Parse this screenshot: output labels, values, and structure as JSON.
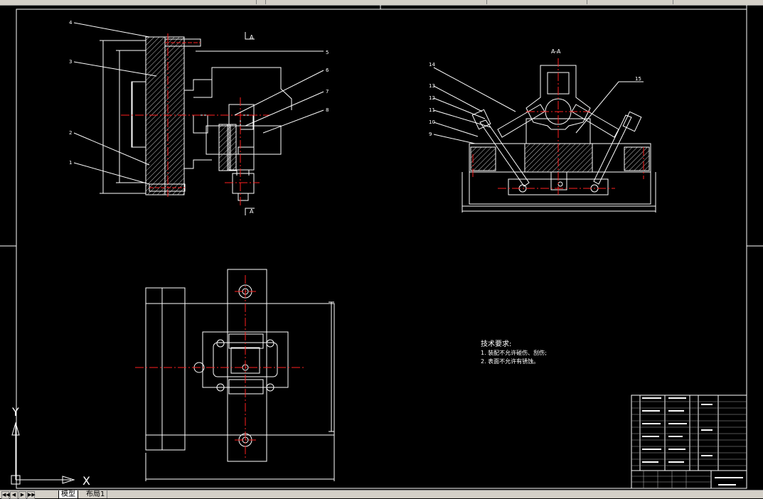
{
  "ucs": {
    "x_label": "X",
    "y_label": "Y"
  },
  "section": {
    "cut_label": "A",
    "view_title": "A-A"
  },
  "balloons": [
    "4",
    "3",
    "2",
    "1",
    "5",
    "6",
    "7",
    "8",
    "14",
    "13",
    "12",
    "11",
    "10",
    "9",
    "15"
  ],
  "tech_requirements": {
    "title": "技术要求:",
    "items": [
      "1. 装配不允许碰伤、刮伤;",
      "2. 表面不允许有锈蚀。"
    ]
  },
  "tabs": {
    "nav": [
      "◀◀",
      "◀",
      "▶",
      "▶▶"
    ],
    "model": "模型",
    "layout1": "布局1"
  },
  "colors": {
    "background": "#000000",
    "outline": "#ffffff",
    "centerline": "#ff2020",
    "hatch": "#c8c8c8"
  }
}
